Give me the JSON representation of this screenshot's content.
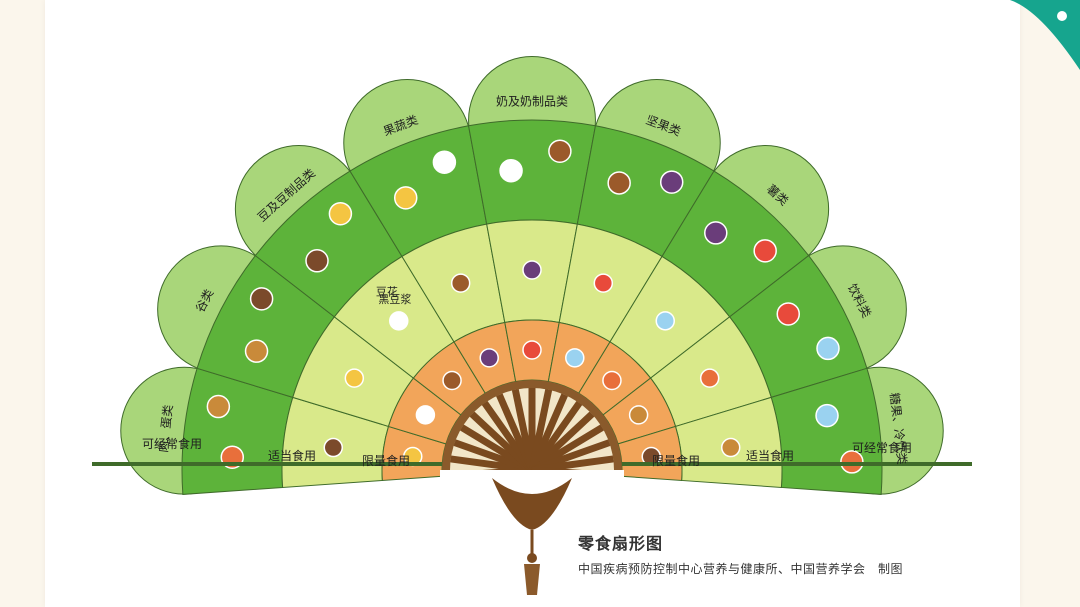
{
  "diagram": {
    "title": "零食扇形图",
    "credit": "中国疾病预防控制中心营养与健康所、中国营养学会　制图",
    "levels": {
      "outer": "可经常食用",
      "middle": "适当食用",
      "inner": "限量食用"
    },
    "categories": [
      {
        "label": "肉、蛋类"
      },
      {
        "label": "谷类"
      },
      {
        "label": "豆及豆制品类"
      },
      {
        "label": "果蔬类"
      },
      {
        "label": "奶及奶制品类"
      },
      {
        "label": "坚果类"
      },
      {
        "label": "薯类"
      },
      {
        "label": "饮料类"
      },
      {
        "label": "糖果、冷饮类"
      }
    ],
    "item_labels": {
      "douhua": "豆花",
      "heidoujiang": "黑豆浆"
    },
    "colors": {
      "outer_band": "#5db33a",
      "outer_band_light": "#a9d67a",
      "middle_band": "#d9e98a",
      "inner_band": "#f2a55a",
      "handle": "#7a4a1f",
      "accent": "#16a58e"
    }
  }
}
